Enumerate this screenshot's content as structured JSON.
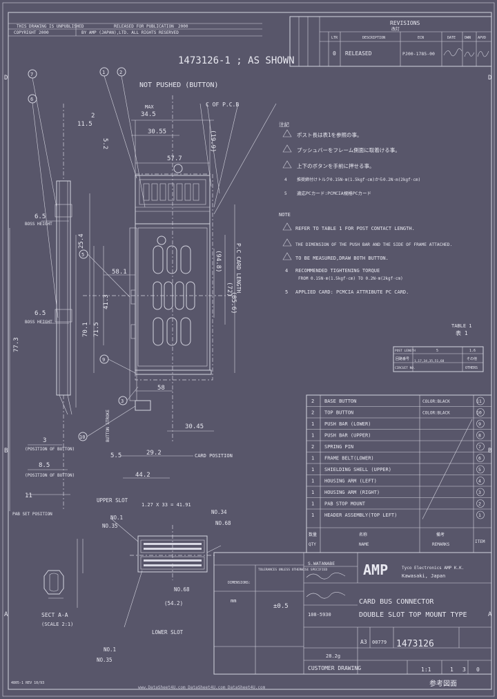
{
  "header": {
    "unpublished": "THIS DRAWING IS UNPUBLISHED",
    "released": "RELEASED FOR PUBLICATION",
    "year": "2000",
    "copyright": "COPYRIGHT 2000",
    "company_rights": "BY AMP (JAPAN),LTD. ALL RIGHTS RESERVED"
  },
  "part_title": "1473126-1 ; AS SHOWN",
  "label_not_pushed": "NOT PUSHED (BUTTON)",
  "revisions": {
    "title": "REVISIONS",
    "title_jp": "改訂",
    "col_ltr": "LTR",
    "col_desc": "DESCRIPTION",
    "col_ecn": "ECN",
    "col_date": "DATE",
    "col_dwn": "DWN",
    "col_apvd": "APVD",
    "row_ltr": "0",
    "row_desc": "RELEASED",
    "row_ecn": "PJ00-1785-00"
  },
  "notes_jp": {
    "title": "注記",
    "n1": "ポスト長は表1を参照の事。",
    "n2": "プッシュバーをフレーム側面に取着ける事。",
    "n3": "上下のボタンを手前に押せる事。",
    "n4": "推奨締付けトルク0.15N·m(1.5kgf·cm)から0.2N·m(2kgf·cm)",
    "n5": "適応PCカード:PCMCIA規格PCカード"
  },
  "notes_en": {
    "title": "NOTE",
    "n1": "REFER TO TABLE 1 FOR POST CONTACT LENGTH.",
    "n2": "THE DIMENSION OF THE PUSH BAR AND THE SIDE OF FRAME ATTACHED.",
    "n3": "TO BE MEASURED,DRAW BOTH BUTTON.",
    "n4": "RECOMMENDED TIGHTENING TORQUE",
    "n4b": "FROM 0.15N·m(1.5kgf·cm) TO 0.2N·m(2kgf·cm)",
    "n5": "APPLIED CARD: PCMCIA ATTRIBUTE PC CARD."
  },
  "table1": {
    "title": "TABLE 1",
    "title_jp": "表 1",
    "h1": "POST LENGTH",
    "h2": "5",
    "h3": "1.6",
    "r1c1": "回路番号",
    "r1c2": "",
    "r1c3": "その他",
    "r2c1": "CIRCUIT NO.",
    "r2c2": "1,17,34,35,51,68",
    "r2c3": "OTHERS"
  },
  "bom": {
    "rows": [
      {
        "qty": "2",
        "name": "BASE BUTTON",
        "remark": "COLOR:BLACK",
        "item": "11"
      },
      {
        "qty": "2",
        "name": "TOP BUTTON",
        "remark": "COLOR:BLACK",
        "item": "10"
      },
      {
        "qty": "1",
        "name": "PUSH BAR (LOWER)",
        "remark": "",
        "item": "9"
      },
      {
        "qty": "1",
        "name": "PUSH BAR (UPPER)",
        "remark": "",
        "item": "8"
      },
      {
        "qty": "2",
        "name": "SPRING PIN",
        "remark": "",
        "item": "7"
      },
      {
        "qty": "1",
        "name": "FRAME BELT(LOWER)",
        "remark": "",
        "item": "6"
      },
      {
        "qty": "1",
        "name": "SHIELDING SHELL (UPPER)",
        "remark": "",
        "item": "5"
      },
      {
        "qty": "1",
        "name": "HOUSING ARM (LEFT)",
        "remark": "",
        "item": "4"
      },
      {
        "qty": "1",
        "name": "HOUSING ARM (RIGHT)",
        "remark": "",
        "item": "3"
      },
      {
        "qty": "1",
        "name": "PAB STOP MOUNT",
        "remark": "",
        "item": "2"
      },
      {
        "qty": "1",
        "name": "HEADER ASSEMBLY(TOP LEFT)",
        "remark": "",
        "item": "1"
      }
    ],
    "hdr_qty_jp": "数量",
    "hdr_qty": "QTY",
    "hdr_name_jp": "名称",
    "hdr_name": "NAME",
    "hdr_remarks_jp": "備考",
    "hdr_remarks": "REMARKS",
    "hdr_item": "ITEM"
  },
  "title_block": {
    "drawn_by": "S.WATANABE",
    "amp": "AMP",
    "company1": "Tyco Electronics AMP K.K.",
    "company2": "Kawasaki, Japan",
    "title1": "CARD BUS CONNECTOR",
    "title2": "DOUBLE SLOT TOP MOUNT TYPE",
    "dims_label": "DIMENSIONS:",
    "dims_unit": "mm",
    "tol_label": "TOLERANCES UNLESS OTHERWISE SPECIFIED",
    "tol_value": "±0.5",
    "product_spec": "108-5930",
    "size": "A3",
    "cage": "00779",
    "dwg_no": "1473126",
    "weight": "28.2g",
    "scale": "1:1",
    "sheet": "1",
    "of": "3",
    "rev": "0",
    "customer_drawing": "CUSTOMER DRAWING",
    "ref_drawing": "参考図面"
  },
  "dims": {
    "d_34_5": "34.5",
    "d_max": "MAX",
    "d_30_55": "30.55",
    "d_57_7": "57.7",
    "d_cplr": "C OF P.C.B",
    "d_19_9": "(19.9)",
    "d_11_5": "11.5",
    "d_2": "2",
    "d_5_2": "5.2",
    "d_6_5": "6.5",
    "d_boss": "BOSS HEIGHT",
    "d_25_4": "25.4",
    "d_6_5b": "6.5",
    "d_77_3": "77.3",
    "d_70_1": "70.1",
    "d_71_5": "71.5",
    "d_41_3": "41.3",
    "d_58": "58",
    "d_58b": "58.1",
    "d_94": "(94.8)",
    "d_card_len": "P.C CARD LENGTH",
    "d_85_6": "(85.6)",
    "d_72": "(72)",
    "d_30_45": "30.45",
    "d_5_5": "5.5",
    "d_29_2": "29.2",
    "d_44_2": "44.2",
    "d_card_pos": "CARD POSITION",
    "d_3": "3",
    "d_pos_button": "(POSITION OF BUTTON)",
    "d_8_5": "8.5",
    "d_11": "11",
    "d_pab_set": "PAB SET POSITION",
    "d_upper_slot": "UPPER SLOT",
    "d_lower_slot": "LOWER SLOT",
    "d_pitch": "1.27 X 33 = 41.91",
    "d_no34": "NO.34",
    "d_no35": "NO.35",
    "d_no68": "NO.68",
    "d_no1": "NO.1",
    "d_54_2": "(54.2)",
    "d_sect": "SECT A-A",
    "d_scale": "(SCALE 2:1)",
    "d_button_stroke": "BUTTON STROKE"
  },
  "footer": {
    "form": "4805-1 REV 10/93",
    "url": "www.DataSheet4U.com  DataSheet4U.com  DataSheet4U.com"
  }
}
